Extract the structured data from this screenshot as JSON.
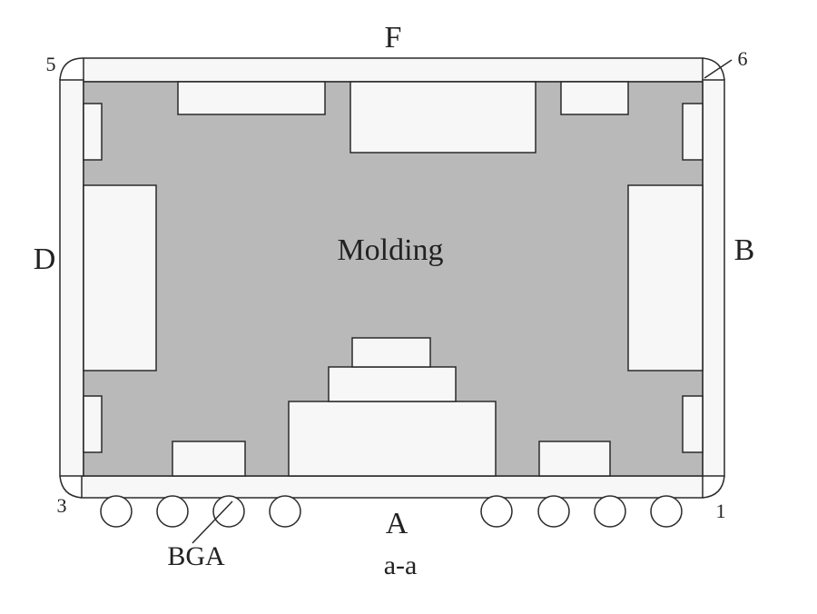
{
  "labels": {
    "top_side": "F",
    "right_side": "B",
    "left_side": "D",
    "bottom_side": "A",
    "center": "Molding",
    "corner_top_left": "5",
    "corner_top_right": "6",
    "corner_bottom_left": "3",
    "corner_bottom_right": "1",
    "balls": "BGA",
    "section": "a-a"
  },
  "colors": {
    "molding": "#b9b9b9",
    "component": "#f7f7f7",
    "outline": "#2a2a2a",
    "background": "#ffffff"
  },
  "ball_count": 8
}
